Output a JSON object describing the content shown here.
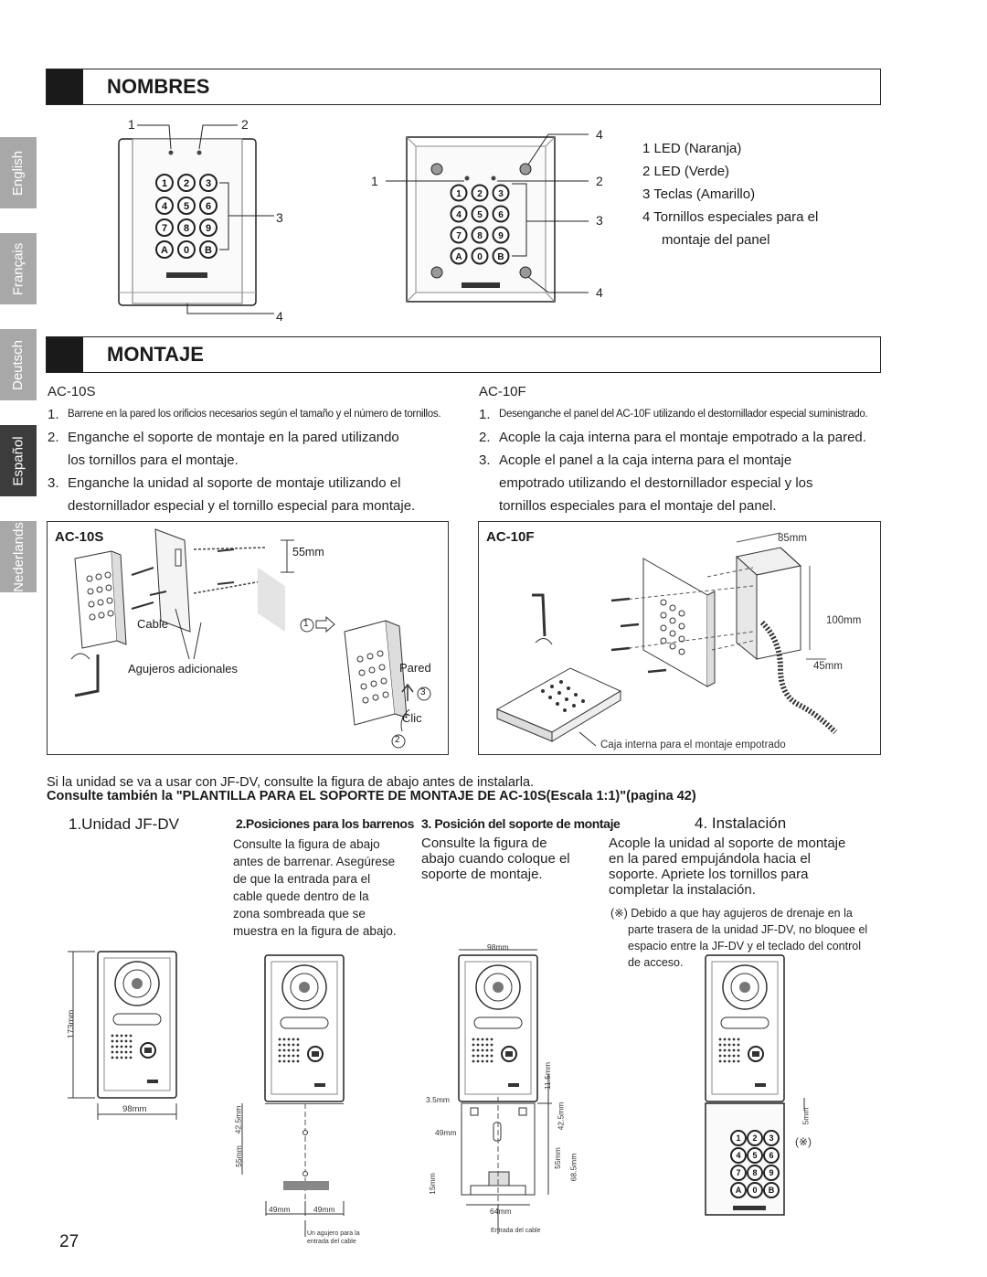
{
  "languages": [
    "English",
    "Français",
    "Deutsch",
    "Español",
    "Nederlands"
  ],
  "active_language": "Español",
  "section_nombres": {
    "title": "NOMBRES",
    "callouts": {
      "c1": "1",
      "c2": "2",
      "c3": "3",
      "c4": "4"
    },
    "legend": [
      "1  LED (Naranja)",
      "2  LED (Verde)",
      "3  Teclas (Amarillo)",
      "4  Tornillos especiales para el",
      "montaje del panel"
    ]
  },
  "section_montaje": {
    "title": "MONTAJE",
    "ac10s": {
      "label": "AC-10S",
      "step1_num": "1.",
      "step1": "Barrene en la pared los orificios necesarios según el tamaño y el número de tornillos.",
      "step2_num": "2.",
      "step2a": "Enganche el soporte de montaje en la pared utilizando",
      "step2b": "los tornillos para el montaje.",
      "step3_num": "3.",
      "step3a": "Enganche la unidad al soporte de montaje utilizando el",
      "step3b": "destornillador especial y el tornillo especial para montaje."
    },
    "ac10f": {
      "label": "AC-10F",
      "step1_num": "1.",
      "step1": "Desenganche el panel del AC-10F utilizando el destornillador especial suministrado.",
      "step2_num": "2.",
      "step2": "Acople la caja interna para el montaje empotrado a la pared.",
      "step3_num": "3.",
      "step3a": "Acople el panel a la caja interna para el montaje",
      "step3b": "empotrado utilizando el destornillador especial y los",
      "step3c": "tornillos especiales para el montaje del panel."
    },
    "fig_ac10s": {
      "title": "AC-10S",
      "dim": "55mm",
      "cable": "Cable",
      "holes": "Agujeros adicionales",
      "wall": "Pared",
      "click": "Clic",
      "n1": "1",
      "n2": "2",
      "n3": "3"
    },
    "fig_ac10f": {
      "title": "AC-10F",
      "d85": "85mm",
      "d100": "100mm",
      "d45": "45mm",
      "box": "Caja interna para el montaje empotrado"
    }
  },
  "jfdv": {
    "intro": "Si la unidad se va a usar con JF-DV, consulte la figura de abajo antes de instalarla.",
    "intro_bold": "Consulte también la \"PLANTILLA PARA EL SOPORTE DE MONTAJE DE AC-10S(Escala 1:1)\"(pagina 42)",
    "col1": {
      "title": "1.Unidad JF-DV"
    },
    "col2": {
      "title": "2.Posiciones para los barrenos",
      "body": [
        "Consulte la figura de abajo",
        "antes de barrenar. Asegúrese",
        "de que la entrada para el",
        "cable quede dentro de la",
        "zona sombreada que se",
        "muestra en la figura de abajo."
      ]
    },
    "col3": {
      "title": "3. Posición del soporte de montaje",
      "body": [
        "Consulte la figura de",
        "abajo cuando coloque el",
        "soporte de montaje."
      ]
    },
    "col4": {
      "title": "4. Instalación",
      "body": [
        "Acople la unidad al soporte de montaje",
        "en la pared empujándola hacia el",
        "soporte. Apriete los tornillos para",
        "completar la instalación."
      ],
      "note": [
        "(※) Debido a que hay agujeros de drenaje en la",
        "parte trasera de la unidad JF-DV, no bloquee el",
        "espacio entre la JF-DV y el teclado del control",
        "de acceso."
      ]
    },
    "dims": {
      "h173": "173mm",
      "w98": "98mm",
      "w98b": "98mm",
      "d42_5": "42.5mm",
      "d55": "55mm",
      "d49a": "49mm",
      "d49b": "49mm",
      "d3_5": "3.5mm",
      "d49c": "49mm",
      "d11_5": "11.5mm",
      "d42_5b": "42.5mm",
      "d55b": "55mm",
      "d68_5": "68.5mm",
      "d15": "15mm",
      "d64": "64mm",
      "d5": "5mm",
      "mark": "(※)",
      "hole_note": "Un agujero para la entrada del cable",
      "cable_entry": "Entrada del cable"
    }
  },
  "page_number": "27"
}
